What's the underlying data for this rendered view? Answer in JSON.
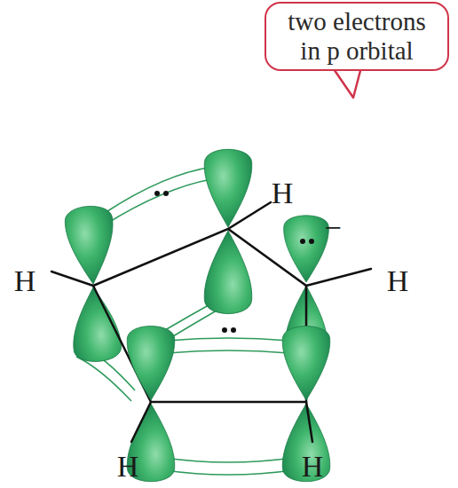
{
  "diagram": {
    "nodes": [
      {
        "text": [
          "two electrons in p orbital"
        ]
      }
    ],
    "labels": [
      "H",
      "−",
      "H",
      "H",
      "H",
      "H"
    ]
  }
}
